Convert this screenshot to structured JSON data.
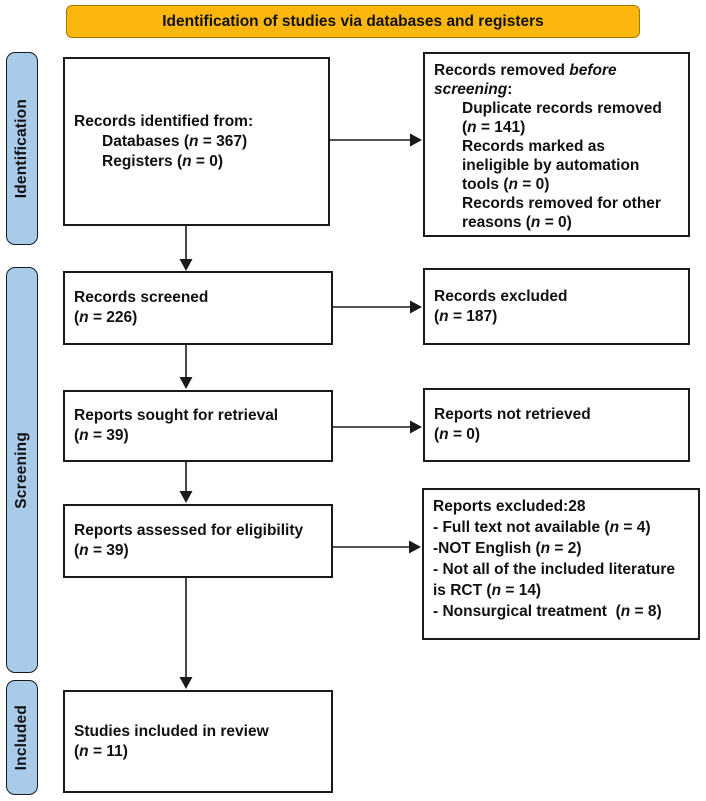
{
  "banner": {
    "label": "Identification of studies via databases and registers"
  },
  "stages": [
    {
      "label": "Identification"
    },
    {
      "label": "Screening"
    },
    {
      "label": "Included"
    }
  ],
  "colors": {
    "banner_bg": "#FBB70D",
    "stage_bg": "#A9CBEA",
    "box_border": "#1A1A1A",
    "arrow": "#1A1A1A",
    "text": "#111111"
  },
  "boxes": [
    {
      "name": "records-identified",
      "lines": [
        {
          "t": "Records identified from:",
          "ind": 0
        },
        {
          "t": "Databases (*n* = 367)",
          "ind": 1
        },
        {
          "t": "Registers (*n* = 0)",
          "ind": 1
        }
      ]
    },
    {
      "name": "records-removed-before-screening",
      "lines": [
        {
          "t": "Records removed *before*",
          "ind": 0
        },
        {
          "t": "*screening*:",
          "ind": 0
        },
        {
          "t": "Duplicate records removed",
          "ind": 1
        },
        {
          "t": "(*n* = 141)",
          "ind": 1
        },
        {
          "t": "Records marked as",
          "ind": 1
        },
        {
          "t": "ineligible by automation",
          "ind": 1
        },
        {
          "t": "tools (*n* = 0)",
          "ind": 1
        },
        {
          "t": "Records removed for other",
          "ind": 1
        },
        {
          "t": "reasons (*n* = 0)",
          "ind": 1
        }
      ]
    },
    {
      "name": "records-screened",
      "lines": [
        {
          "t": "Records screened",
          "ind": 0
        },
        {
          "t": "(*n* = 226)",
          "ind": 0
        }
      ]
    },
    {
      "name": "records-excluded",
      "lines": [
        {
          "t": "Records excluded",
          "ind": 0
        },
        {
          "t": "(*n* = 187)",
          "ind": 0
        }
      ]
    },
    {
      "name": "reports-sought-for-retrieval",
      "lines": [
        {
          "t": "Reports sought for retrieval",
          "ind": 0
        },
        {
          "t": "(*n* = 39)",
          "ind": 0
        }
      ]
    },
    {
      "name": "reports-not-retrieved",
      "lines": [
        {
          "t": "Reports not retrieved",
          "ind": 0
        },
        {
          "t": "(*n* = 0)",
          "ind": 0
        }
      ]
    },
    {
      "name": "reports-assessed-for-eligibility",
      "lines": [
        {
          "t": "Reports assessed for eligibility",
          "ind": 0
        },
        {
          "t": "(*n* = 39)",
          "ind": 0
        }
      ]
    },
    {
      "name": "reports-excluded",
      "lines": [
        {
          "t": "Reports excluded:28",
          "ind": 0
        },
        {
          "t": "- Full text not available (*n* = 4)",
          "ind": 0
        },
        {
          "t": "-NOT English (*n* = 2)",
          "ind": 0
        },
        {
          "t": "- Not all of the included literature",
          "ind": 0
        },
        {
          "t": "is RCT (*n* = 14)",
          "ind": 0
        },
        {
          "t": "- Nonsurgical treatment  (*n* = 8)",
          "ind": 0
        }
      ]
    },
    {
      "name": "studies-included-in-review",
      "lines": [
        {
          "t": "Studies included in review",
          "ind": 0
        },
        {
          "t": "(*n* = 11)",
          "ind": 0
        }
      ]
    }
  ]
}
